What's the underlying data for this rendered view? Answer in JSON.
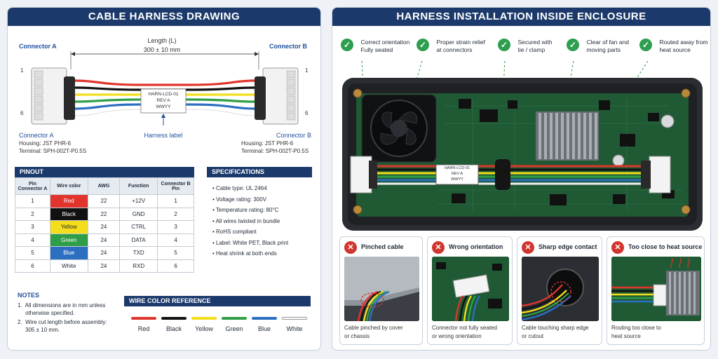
{
  "left": {
    "title": "CABLE HARNESS DRAWING",
    "length_label": "Length (L)",
    "length_value": "300 ± 10 mm",
    "connector_a_label": "Connector A",
    "connector_b_label": "Connector B",
    "pin_first": "1",
    "pin_last": "6",
    "pin_first_b": "1",
    "pin_last_b": "6",
    "harness_label_lines": [
      "HARN-LCD-01",
      "REV A",
      "WWYY"
    ],
    "harness_label_callout": "Harness label",
    "conn_a_info": {
      "title": "Connector A",
      "housing": "Housing: JST PHR-6",
      "terminal": "Terminal: SPH-002T-P0.5S"
    },
    "conn_b_info": {
      "title": "Connector B",
      "housing": "Housing: JST PHR-6",
      "terminal": "Terminal: SPH-002T-P0.5S"
    },
    "pinout": {
      "title": "PINOUT",
      "headers": [
        "Pin Connector A",
        "Wire color",
        "AWG",
        "Function",
        "Connector B Pin"
      ],
      "rows": [
        {
          "pin_a": "1",
          "color": "Red",
          "hex": "#e0342c",
          "text": "#ffffff",
          "awg": "22",
          "func": "+12V",
          "pin_b": "1"
        },
        {
          "pin_a": "2",
          "color": "Black",
          "hex": "#111111",
          "text": "#ffffff",
          "awg": "22",
          "func": "GND",
          "pin_b": "2"
        },
        {
          "pin_a": "3",
          "color": "Yellow",
          "hex": "#f4dd1a",
          "text": "#1f2937",
          "awg": "24",
          "func": "CTRL",
          "pin_b": "3"
        },
        {
          "pin_a": "4",
          "color": "Green",
          "hex": "#2f9e48",
          "text": "#ffffff",
          "awg": "24",
          "func": "DATA",
          "pin_b": "4"
        },
        {
          "pin_a": "5",
          "color": "Blue",
          "hex": "#2c6fc0",
          "text": "#ffffff",
          "awg": "24",
          "func": "TXD",
          "pin_b": "5"
        },
        {
          "pin_a": "6",
          "color": "White",
          "hex": "#ffffff",
          "text": "#1f2937",
          "awg": "24",
          "func": "RXD",
          "pin_b": "6"
        }
      ]
    },
    "specs": {
      "title": "SPECIFICATIONS",
      "items": [
        "Cable type: UL 2464",
        "Voltage rating: 300V",
        "Temperature rating: 80°C",
        "All wires twisted in bundle",
        "RoHS compliant",
        "Label: White PET, Black print",
        "Heat shrink at both ends"
      ]
    },
    "notes": {
      "title": "NOTES",
      "items": [
        "1.  All dimensions are in mm unless\n     otherwise specified.",
        "2.  Wire cut length before assembly:\n     305 ± 10 mm."
      ]
    },
    "wire_ref": {
      "title": "WIRE COLOR REFERENCE",
      "items": [
        {
          "name": "Red",
          "hex": "#e0342c"
        },
        {
          "name": "Black",
          "hex": "#111111"
        },
        {
          "name": "Yellow",
          "hex": "#f4dd1a"
        },
        {
          "name": "Green",
          "hex": "#2f9e48"
        },
        {
          "name": "Blue",
          "hex": "#2c6fc0"
        },
        {
          "name": "White",
          "hex": "#ffffff"
        }
      ]
    }
  },
  "right": {
    "title": "HARNESS INSTALLATION INSIDE ENCLOSURE",
    "checks": [
      {
        "line1": "Correct orientation",
        "line2": "Fully seated"
      },
      {
        "line1": "Proper strain relief",
        "line2": "at connectors"
      },
      {
        "line1": "Secured with",
        "line2": "tie / clamp"
      },
      {
        "line1": "Clear of fan and",
        "line2": "moving parts"
      },
      {
        "line1": "Routed away from",
        "line2": "heat source"
      }
    ],
    "board_label_lines": [
      "HARN-LCD-01",
      "REV A",
      "WWYY"
    ],
    "errors": [
      {
        "title": "Pinched cable",
        "cap1": "Cable pinched by cover",
        "cap2": "or chassis"
      },
      {
        "title": "Wrong orientation",
        "cap1": "Connector not fully seated",
        "cap2": "or wrong orientation"
      },
      {
        "title": "Sharp edge contact",
        "cap1": "Cable touching sharp edge",
        "cap2": "or cutout"
      },
      {
        "title": "Too close to heat source",
        "cap1": "Routing too close to",
        "cap2": "heat source"
      }
    ]
  }
}
